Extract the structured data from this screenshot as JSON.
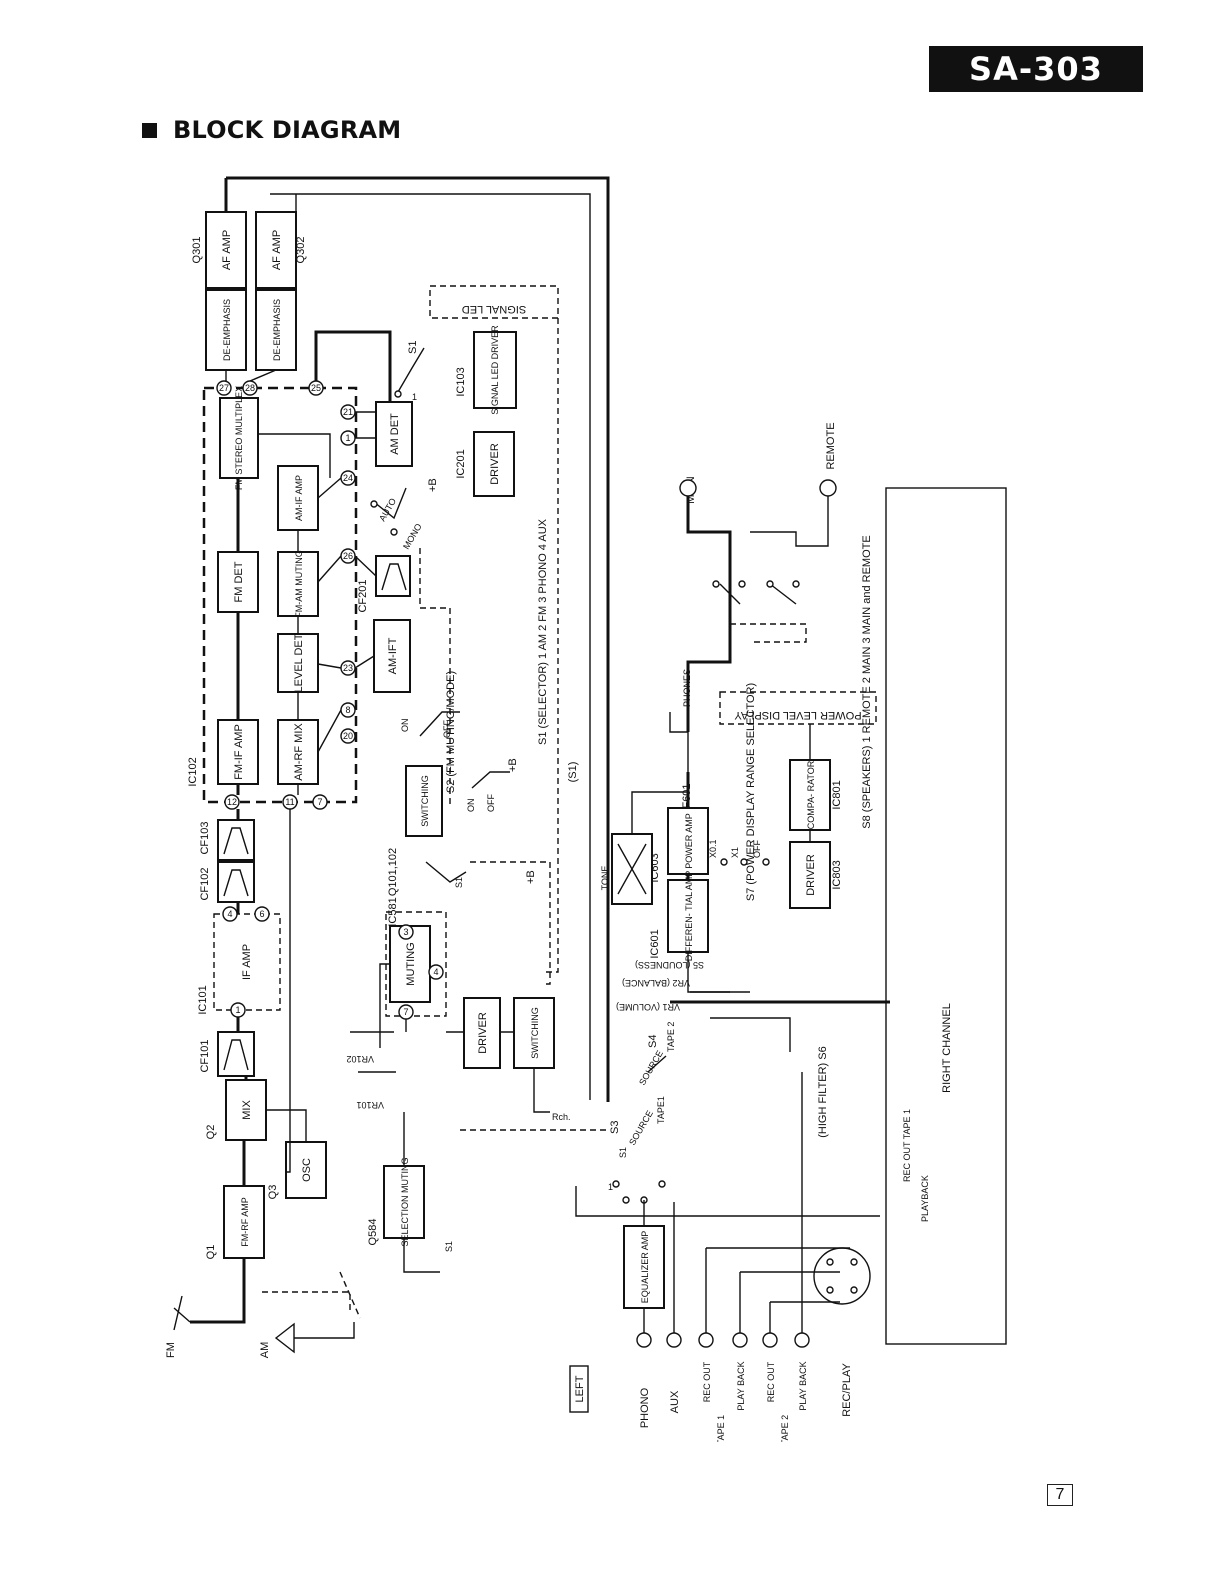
{
  "header": {
    "model": "SA-303",
    "section_title": "BLOCK DIAGRAM"
  },
  "blocks": {
    "fm_rf_amp": "FM-RF AMP",
    "mix": "MIX",
    "osc": "OSC",
    "if_amp": "IF AMP",
    "fm_if_amp": "FM-IF AMP",
    "fm_det": "FM DET",
    "fm_stereo_multiplex": "FM STEREO MULTIPLEX",
    "am_if_amp": "AM-IF AMP",
    "am_det": "AM DET",
    "de_emphasis_1": "DE-EMPHASIS",
    "de_emphasis_2": "DE-EMPHASIS",
    "af_amp_1": "AF AMP",
    "af_amp_2": "AF AMP",
    "level_det": "LEVEL DET",
    "fm_am_muting": "FM-AM MUTING",
    "am_rf_mix": "AM-RF MIX",
    "am_ift": "AM-IFT",
    "switching_1": "SWITCHING",
    "muting": "MUTING",
    "driver_1": "DRIVER",
    "switching_2": "SWITCHING",
    "selection_muting": "SELECTION MUTING",
    "signal_led_driver": "SIGNAL LED DRIVER",
    "driver_2": "DRIVER",
    "equalizer_amp": "EQUALIZER AMP",
    "differential_amp": "DIFFEREN- TIAL AMP",
    "power_amp": "POWER AMP",
    "driver_3": "DRIVER",
    "comparator": "COMPA- RATOR",
    "tone": "TONE",
    "signal_led": "SIGNAL LED",
    "power_level_display": "POWER LEVEL DISPLAY"
  },
  "parts": {
    "q1": "Q1",
    "q2": "Q2",
    "q3": "Q3",
    "q301": "Q301",
    "q302": "Q302",
    "q584": "Q584",
    "q101_102": "Q101,102",
    "ic101": "IC101",
    "ic102": "IC102",
    "ic103": "IC103",
    "ic201": "IC201",
    "ic581": "IC581",
    "ic601": "IC601",
    "ic603": "IC603",
    "ic801": "IC801",
    "ic803": "IC803",
    "cf101": "CF101",
    "cf102": "CF102",
    "cf103": "CF103",
    "cf201": "CF201",
    "vr101": "VR101",
    "vr102": "VR102",
    "f601": "F601",
    "vr1": "VR1 (VOLUME)",
    "vr2": "VR2 (BALANCE)",
    "s5": "S5 (LOUDNESS)"
  },
  "pins": [
    "27",
    "28",
    "25",
    "21",
    "1",
    "24",
    "26",
    "23",
    "8",
    "20",
    "12",
    "11",
    "7",
    "4",
    "6",
    "1",
    "3",
    "4",
    "7"
  ],
  "switches": {
    "s1_selector": "S1 (SELECTOR) 1 AM 2 FM 3 PHONO 4 AUX",
    "s1_label": "(S1)",
    "s2": "S2 (FM MUTING/MODE)",
    "auto": "AUTO",
    "mono": "MONO",
    "s3": "S3",
    "s4": "S4",
    "source": "SOURCE",
    "tape1": "TAPE1",
    "tape2": "TAPE 2",
    "s6": "(HIGH FILTER) S6",
    "s7": "S7 (POWER DISPLAY RANGE SELECTOR)",
    "x01": "X0.1",
    "x1": "X1",
    "off": "OFF",
    "on": "ON",
    "s8": "S8 (SPEAKERS) 1 REMOTE 2 MAIN 3 MAIN and REMOTE",
    "s1": "S1",
    "plus_b": "+B"
  },
  "io": {
    "fm": "FM",
    "am": "AM",
    "main": "MAIN",
    "remote": "REMOTE",
    "phones": "PHONES",
    "rch": "Rch.",
    "phono": "PHONO",
    "aux": "AUX",
    "tape1_rec_out": "REC OUT",
    "tape1_play_back": "PLAY BACK",
    "tape1": "TAPE 1",
    "tape2_rec_out": "REC OUT",
    "tape2_play_back": "PLAY BACK",
    "tape2": "TAPE 2",
    "rec_play": "REC/PLAY",
    "left": "LEFT",
    "right_channel": "RIGHT CHANNEL",
    "rec_out_tape1": "REC OUT TAPE 1",
    "playback": "PLAYBACK"
  },
  "footer": {
    "page": "7"
  }
}
